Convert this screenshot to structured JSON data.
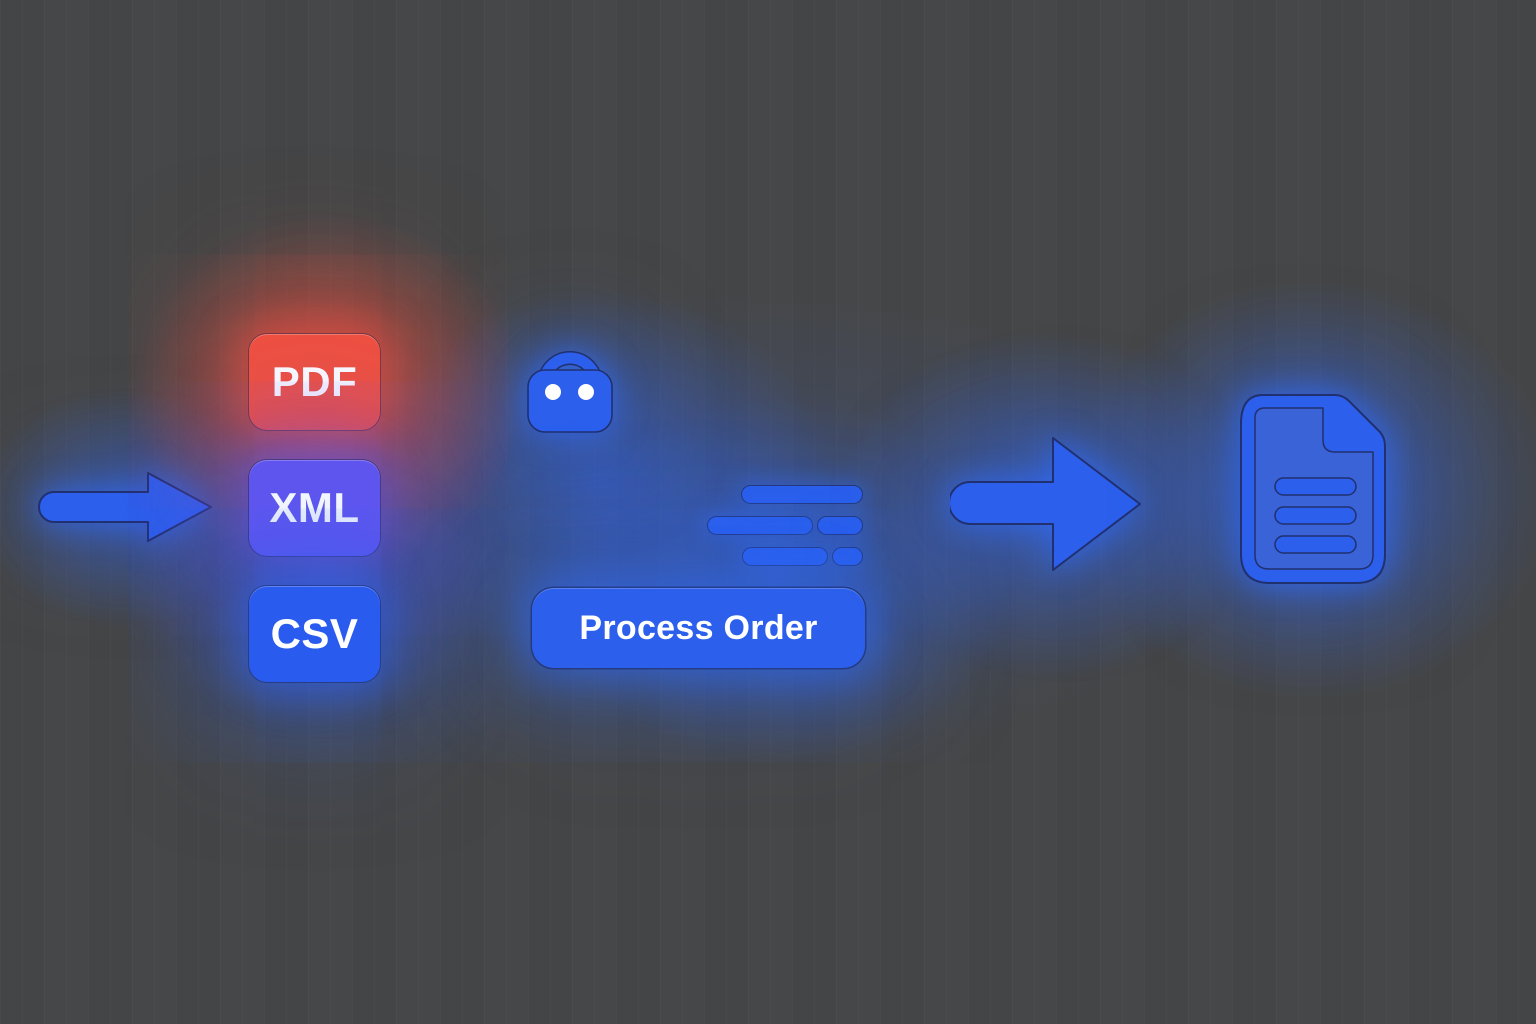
{
  "flow": {
    "formats": [
      {
        "label": "PDF",
        "color": "#F1503D",
        "glow": "rgba(241,80,61,0.50)"
      },
      {
        "label": "XML",
        "color": "#6155EF",
        "glow": "rgba(97,85,239,0.45)"
      },
      {
        "label": "CSV",
        "color": "#2A5BEF",
        "glow": "rgba(45,99,240,0.50)"
      }
    ],
    "processor": {
      "icon": "shopping-bag-icon",
      "placeholder_lines": 5,
      "button_label": "Process Order"
    },
    "icons": {
      "input_arrow": "arrow-right-icon",
      "output_arrow": "arrow-right-icon",
      "result": "document-icon"
    }
  },
  "colors": {
    "background": "#464748",
    "accent": "#2B5FEC",
    "outline": "#21306E",
    "doc_inner": "#3A63D8",
    "text": "#FFFFFF",
    "glow_blue": "#2D63F0",
    "glow_red": "#F1503D"
  }
}
